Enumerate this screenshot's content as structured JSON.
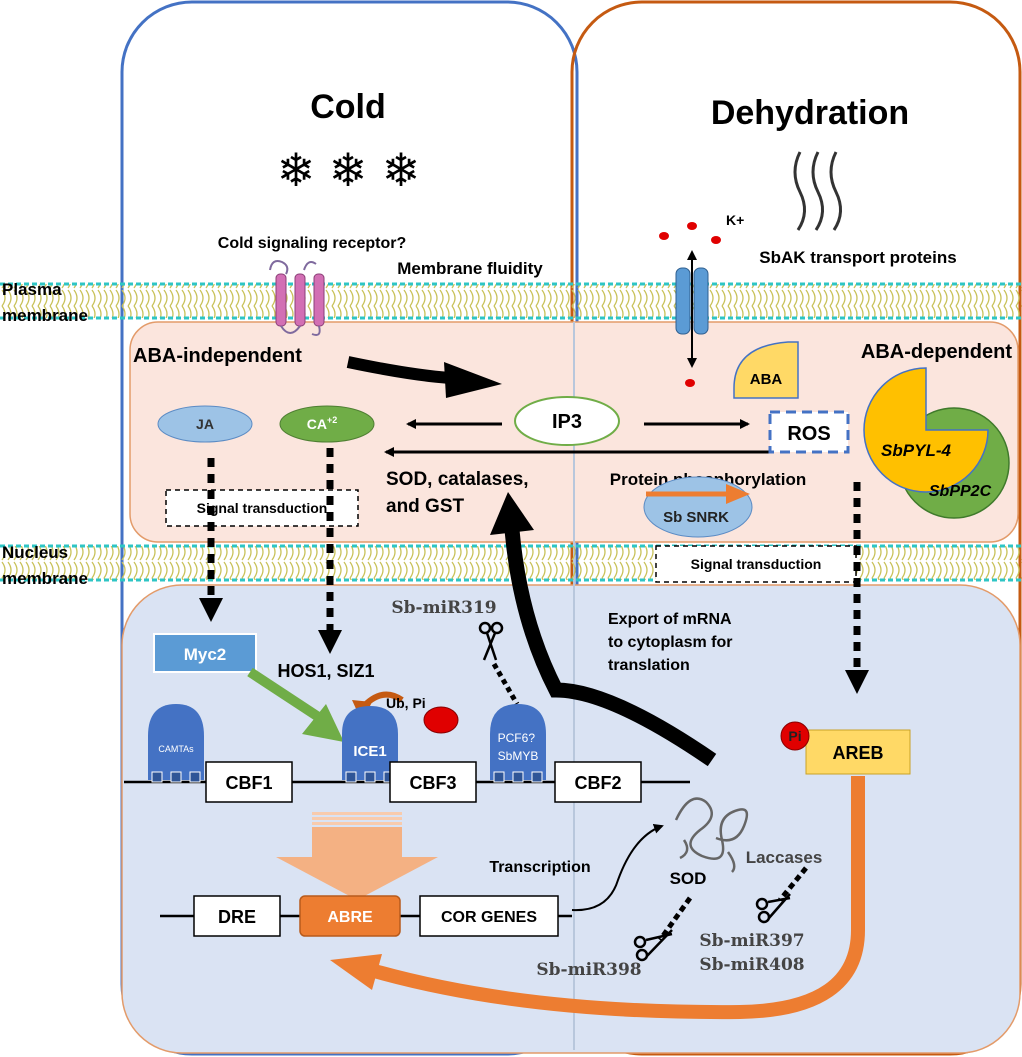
{
  "panels": {
    "cold_title": "Cold",
    "dehydration_title": "Dehydration"
  },
  "side_labels": {
    "plasma_membrane": [
      "Plasma",
      "membrane"
    ],
    "nucleus_membrane": [
      "Nucleus",
      "membrane"
    ]
  },
  "top": {
    "cold_receptor": "Cold signaling receptor?",
    "membrane_fluidity": "Membrane fluidity",
    "k_plus": "K+",
    "transport": "SbAK  transport proteins"
  },
  "cytoplasm": {
    "aba_independent": "ABA-independent",
    "aba_dependent": "ABA-dependent",
    "ja": "JA",
    "ca": "CA",
    "ca_sup": "+2",
    "ip3": "IP3",
    "aba": "ABA",
    "ros": "ROS",
    "sbpyl4": "SbPYL-4",
    "sbpp2c": "SbPP2C",
    "signal_left": "Signal transduction",
    "antioxidants": [
      "SOD, catalases,",
      "and GST"
    ],
    "protein_phos": "Protein phosphorylation",
    "sb_snrk": "Sb SNRK"
  },
  "nucleus": {
    "signal_right": "Signal transduction",
    "mir319": "Sb-miR319",
    "export": [
      "Export of mRNA",
      "to cytoplasm for",
      "translation"
    ],
    "myc2": "Myc2",
    "hos1": "HOS1, SIZ1",
    "ub_pi": "Ub, Pi",
    "camtas": "CAMTAs",
    "ice1": "ICE1",
    "pcf6": [
      "PCF6?",
      "SbMYB"
    ],
    "cbf1": "CBF1",
    "cbf3": "CBF3",
    "cbf2": "CBF2",
    "pi": "Pi",
    "areb": "AREB",
    "transcription": "Transcription",
    "sod": "SOD",
    "laccases": "Laccases",
    "dre": "DRE",
    "abre": "ABRE",
    "cor_genes": "COR GENES",
    "mir398": "Sb-miR398",
    "mir397": "Sb-miR397",
    "mir408": "Sb-miR408"
  },
  "colors": {
    "cold_border": "#4472c4",
    "dehydration_border": "#c55a11",
    "cytoplasm_fill": "#fbe5dd",
    "nucleus_fill": "#dae3f3",
    "orange_arrow": "#ed7d31",
    "green_arrow": "#70ad47",
    "receptor": "#d26fb4",
    "channel": "#5b9bd5",
    "aba_yellow": "#ffd966",
    "pyl_yellow": "#ffc000",
    "pp2c_green": "#70ad47",
    "factor_blue": "#4472c4",
    "pi_red": "#e00000"
  },
  "icons": [
    "snowflake-icon",
    "heat-wave-icon",
    "scissors-icon",
    "dna-icon",
    "mrna-icon"
  ]
}
